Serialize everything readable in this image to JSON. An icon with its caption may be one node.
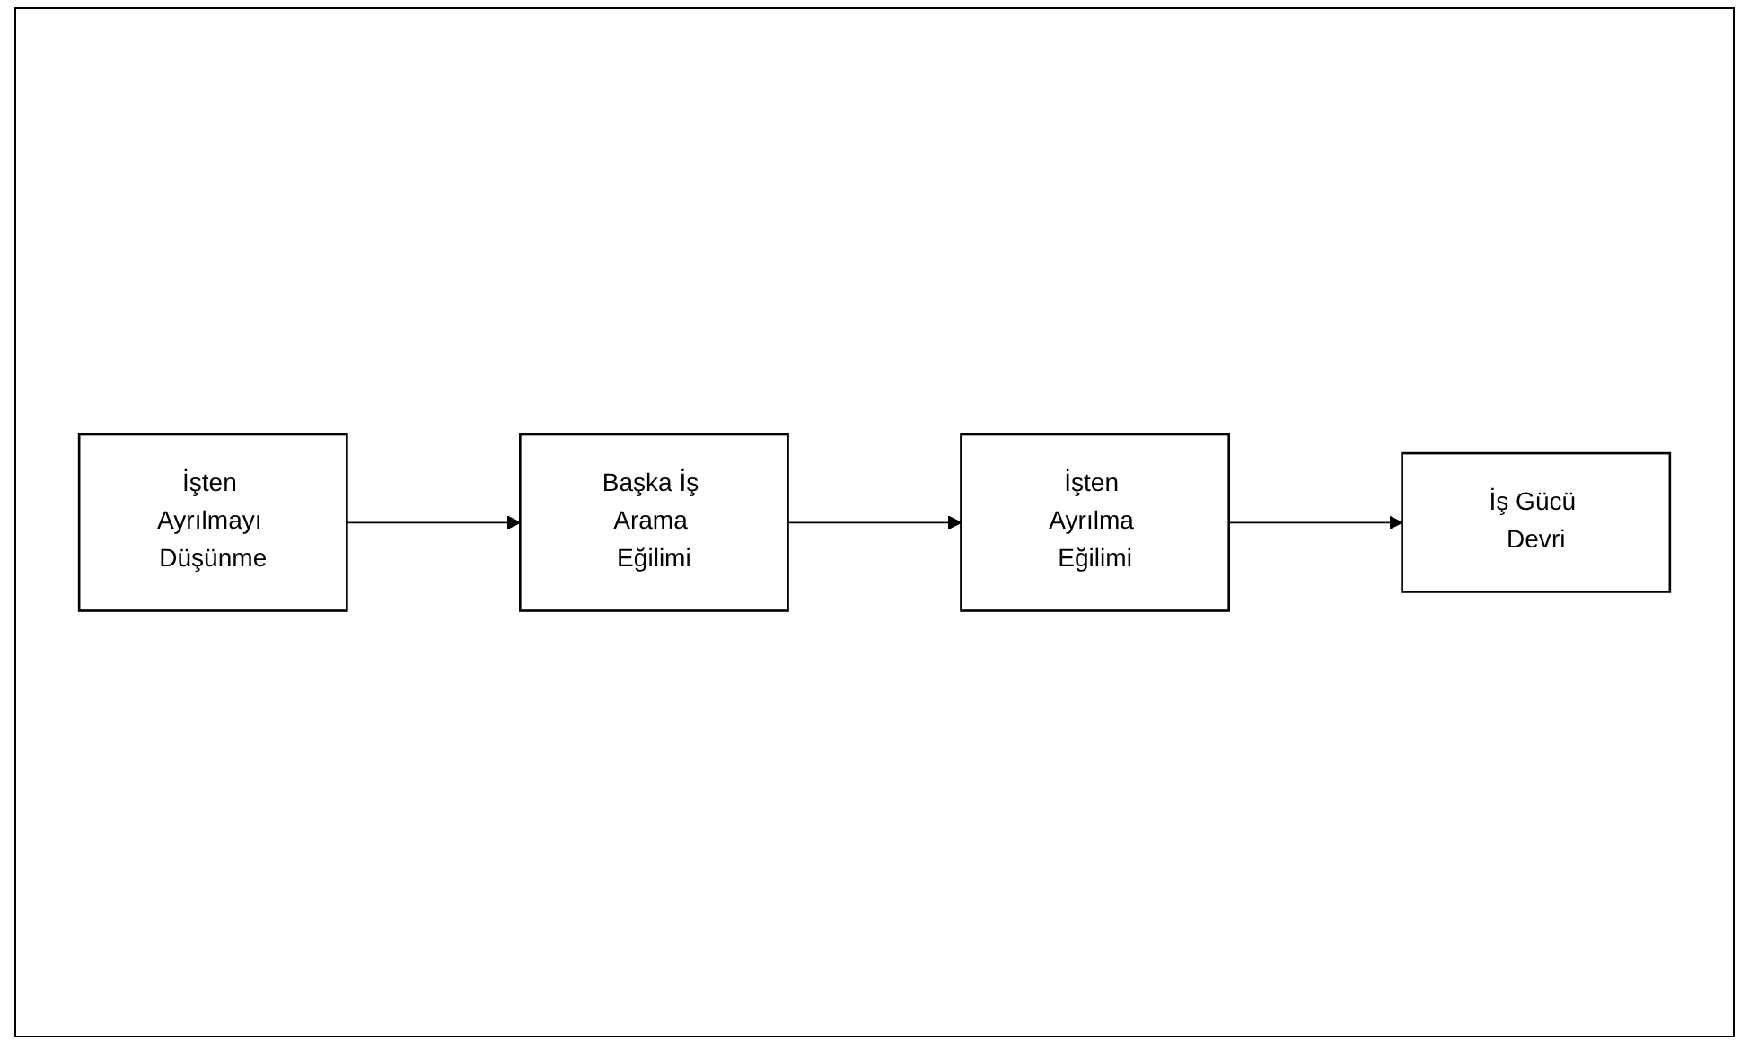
{
  "diagram": {
    "nodes": [
      {
        "text": [
          "İşten Ayrılmayı Düşünme"
        ]
      },
      {
        "text": [
          "Başka İş Arama Eğilimi"
        ]
      },
      {
        "text": [
          "İşten Ayrılma Eğilimi"
        ]
      },
      {
        "text": [
          "İş Gücü Devri"
        ]
      }
    ],
    "edges": [
      {
        "from": 0,
        "to": 1,
        "arrow": "to"
      },
      {
        "from": 1,
        "to": 2,
        "arrow": "to"
      },
      {
        "from": 2,
        "to": 3,
        "arrow": "to"
      }
    ]
  }
}
